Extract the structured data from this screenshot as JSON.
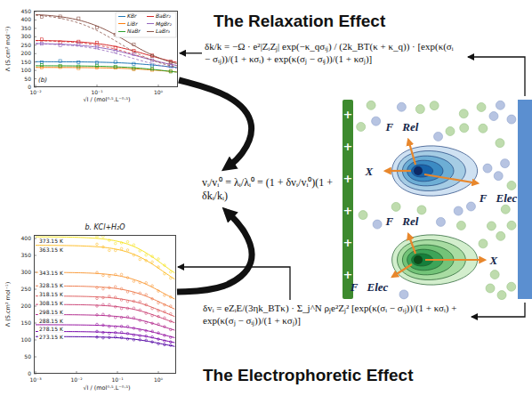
{
  "diagram": {
    "nodes": [
      {
        "text": [
          "(b)"
        ]
      },
      {
        "text": [
          "δk/k = −Ω · e²|ZᵢZⱼ| exp(−κ_qσᵢⱼ) / (2k_BT(κ + κ_q)) · [exp(κ(σᵢ − σᵢⱼ))/(1 + κσᵢ) + exp(κ(σⱼ − σᵢⱼ))/(1 + κσⱼ)]"
        ]
      },
      {
        "text": [
          "vᵢ/vᵢ⁰ = λᵢ/λᵢ⁰ = (1 + δvᵢ/vᵢ⁰)(1 + δkᵢ/kᵢ)"
        ]
      },
      {
        "text": [
          "b. KCl+H₂O"
        ]
      },
      {
        "text": [
          "δvᵢ = eZᵢE/(3ηk_BTκ) · Σ_j^N ρⱼe²Zⱼ² [exp(κ(σᵢ − σᵢⱼ))/(1 + κσᵢ) + exp(κ(σⱼ − σᵢⱼ))/(1 + κσⱼ)]"
        ]
      }
    ],
    "edges": [
      {
        "from": 1,
        "to": 0,
        "arrow": "to"
      },
      {
        "from": 0,
        "to": 2,
        "arrow": "to"
      },
      {
        "from": 3,
        "to": 2,
        "arrow": "to"
      },
      {
        "from": 4,
        "to": 3,
        "arrow": "to"
      }
    ],
    "labels": [
      "The Relaxation Effect",
      "The Electrophoretic Effect",
      "0",
      "50",
      "100",
      "150",
      "200",
      "250",
      "300",
      "350",
      "400",
      "450",
      "10⁻²",
      "10⁻¹",
      "10⁰",
      "Λ (S.cm² mol⁻¹)",
      "√I / (mol⁰·⁵.L⁻⁰·⁵)",
      "0",
      "50",
      "100",
      "150",
      "200",
      "250",
      "300",
      "350",
      "400",
      "10⁻³",
      "10⁻²",
      "10⁻¹",
      "10⁰",
      "Λ (S.cm² mol⁻¹)",
      "√I / (mol⁰·⁵.L⁻⁰·⁵)",
      "373.15 K",
      "363.15 K",
      "343.15 K",
      "328.15 K",
      "318.15 K",
      "308.15 K",
      "298.15 K",
      "288.15 K",
      "278.15 K",
      "273.15 K",
      "+",
      "+",
      "+",
      "+",
      "+",
      "+",
      "F⃗Rel",
      "X⃗",
      "F⃗Elec",
      "F⃗Rel",
      "X⃗",
      "F⃗Elec"
    ],
    "legend": [
      {
        "text": "KBr"
      },
      {
        "text": "LiBr"
      },
      {
        "text": "NaBr"
      },
      {
        "text": "BaBr₂"
      },
      {
        "text": "MgBr₂"
      },
      {
        "text": "LaBr₃"
      }
    ]
  }
}
